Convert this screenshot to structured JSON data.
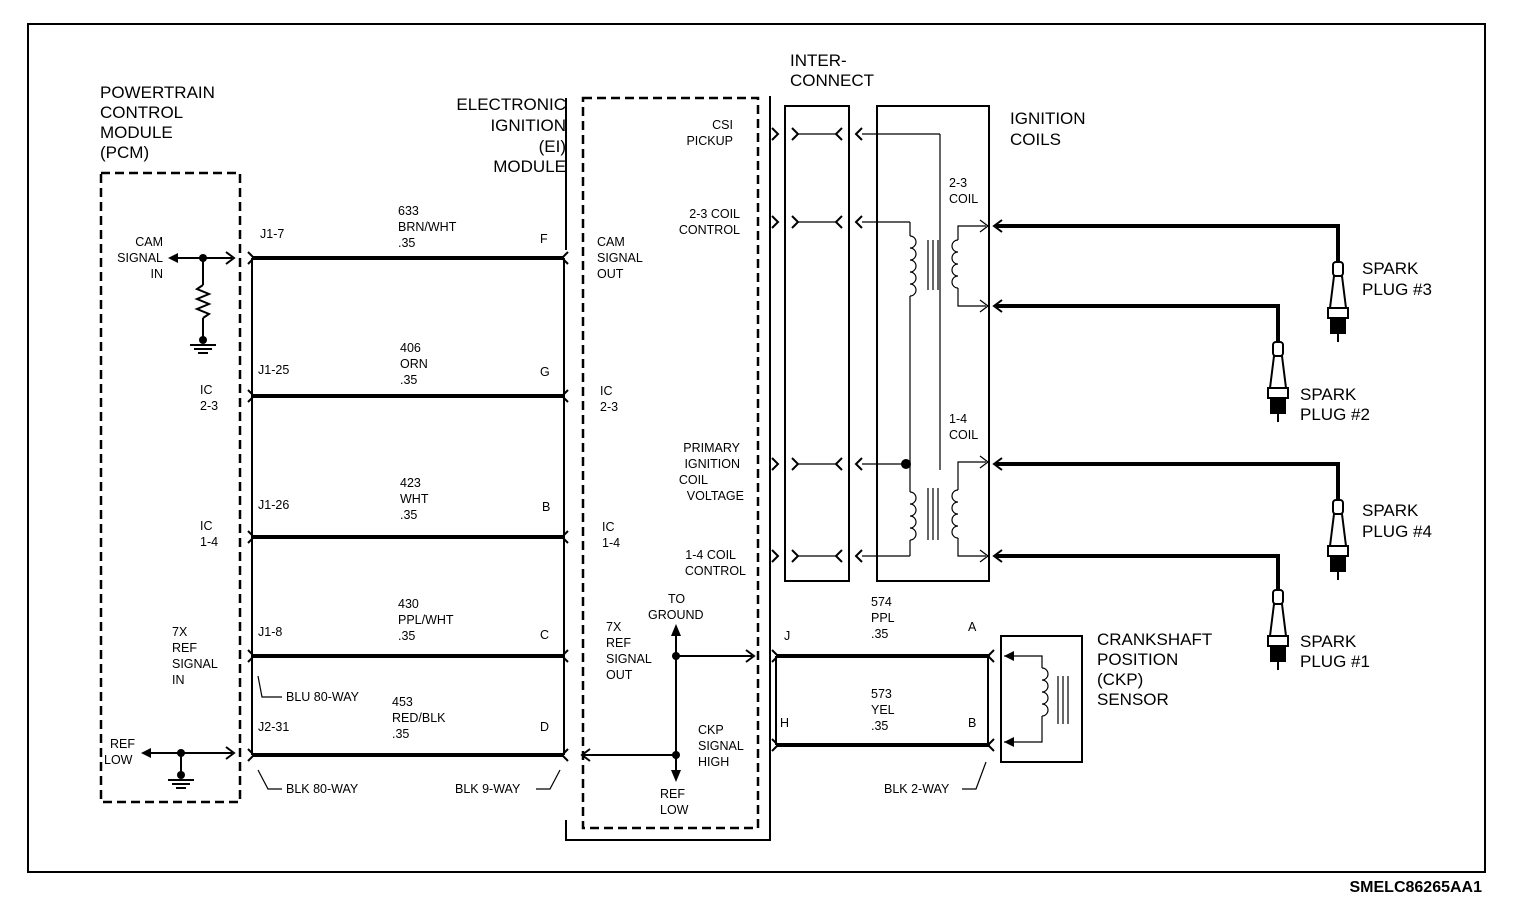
{
  "modules": {
    "pcm": [
      "POWERTRAIN",
      "CONTROL",
      "MODULE",
      "(PCM)"
    ],
    "ei": [
      "ELECTRONIC",
      "IGNITION",
      "(EI)",
      "MODULE"
    ],
    "interconnect": [
      "INTER-",
      "CONNECT"
    ],
    "coils": [
      "IGNITION",
      "COILS"
    ],
    "ckp": [
      "CRANKSHAFT",
      "POSITION",
      "(CKP)",
      "SENSOR"
    ]
  },
  "pcm_signals": {
    "cam_in": [
      "CAM",
      "SIGNAL",
      "IN"
    ],
    "ic23": [
      "IC",
      "2-3"
    ],
    "ic14": [
      "IC",
      "1-4"
    ],
    "ref7x": [
      "7X",
      "REF",
      "SIGNAL",
      "IN"
    ],
    "ref_low": [
      "REF",
      "LOW"
    ]
  },
  "ei_signals": {
    "cam_out": [
      "CAM",
      "SIGNAL",
      "OUT"
    ],
    "ic23": [
      "IC",
      "2-3"
    ],
    "ic14": [
      "IC",
      "1-4"
    ],
    "ref7x_out": [
      "7X",
      "REF",
      "SIGNAL",
      "OUT"
    ],
    "to_ground": [
      "TO",
      "GROUND"
    ],
    "ref_low": [
      "REF",
      "LOW"
    ],
    "ckp_high": [
      "CKP",
      "SIGNAL",
      "HIGH"
    ],
    "csi": [
      "CSI",
      "PICKUP"
    ],
    "coil23_ctrl": [
      "2-3 COIL",
      "CONTROL"
    ],
    "primary": [
      "PRIMARY",
      "IGNITION",
      "COIL",
      "VOLTAGE"
    ],
    "coil14_ctrl": [
      "1-4 COIL",
      "CONTROL"
    ]
  },
  "wires": [
    {
      "pin": "J1-7",
      "term": "F",
      "circuit": [
        "633",
        "BRN/WHT",
        ".35"
      ]
    },
    {
      "pin": "J1-25",
      "term": "G",
      "circuit": [
        "406",
        "ORN",
        ".35"
      ]
    },
    {
      "pin": "J1-26",
      "term": "B",
      "circuit": [
        "423",
        "WHT",
        ".35"
      ]
    },
    {
      "pin": "J1-8",
      "term": "C",
      "circuit": [
        "430",
        "PPL/WHT",
        ".35"
      ]
    },
    {
      "pin": "J2-31",
      "term": "D",
      "circuit": [
        "453",
        "RED/BLK",
        ".35"
      ]
    }
  ],
  "ckp_wires": [
    {
      "pin": "J",
      "term": "A",
      "circuit": [
        "574",
        "PPL",
        ".35"
      ]
    },
    {
      "pin": "H",
      "term": "B",
      "circuit": [
        "573",
        "YEL",
        ".35"
      ]
    }
  ],
  "connectors": {
    "blu80": "BLU 80-WAY",
    "blk80": "BLK 80-WAY",
    "blk9": "BLK 9-WAY",
    "blk2": "BLK 2-WAY"
  },
  "coil_labels": {
    "c23": [
      "2-3",
      "COIL"
    ],
    "c14": [
      "1-4",
      "COIL"
    ]
  },
  "plugs": {
    "p3": [
      "SPARK",
      "PLUG #3"
    ],
    "p2": [
      "SPARK",
      "PLUG #2"
    ],
    "p4": [
      "SPARK",
      "PLUG #4"
    ],
    "p1": [
      "SPARK",
      "PLUG #1"
    ]
  },
  "figure_code": "SMELC86265AA1"
}
